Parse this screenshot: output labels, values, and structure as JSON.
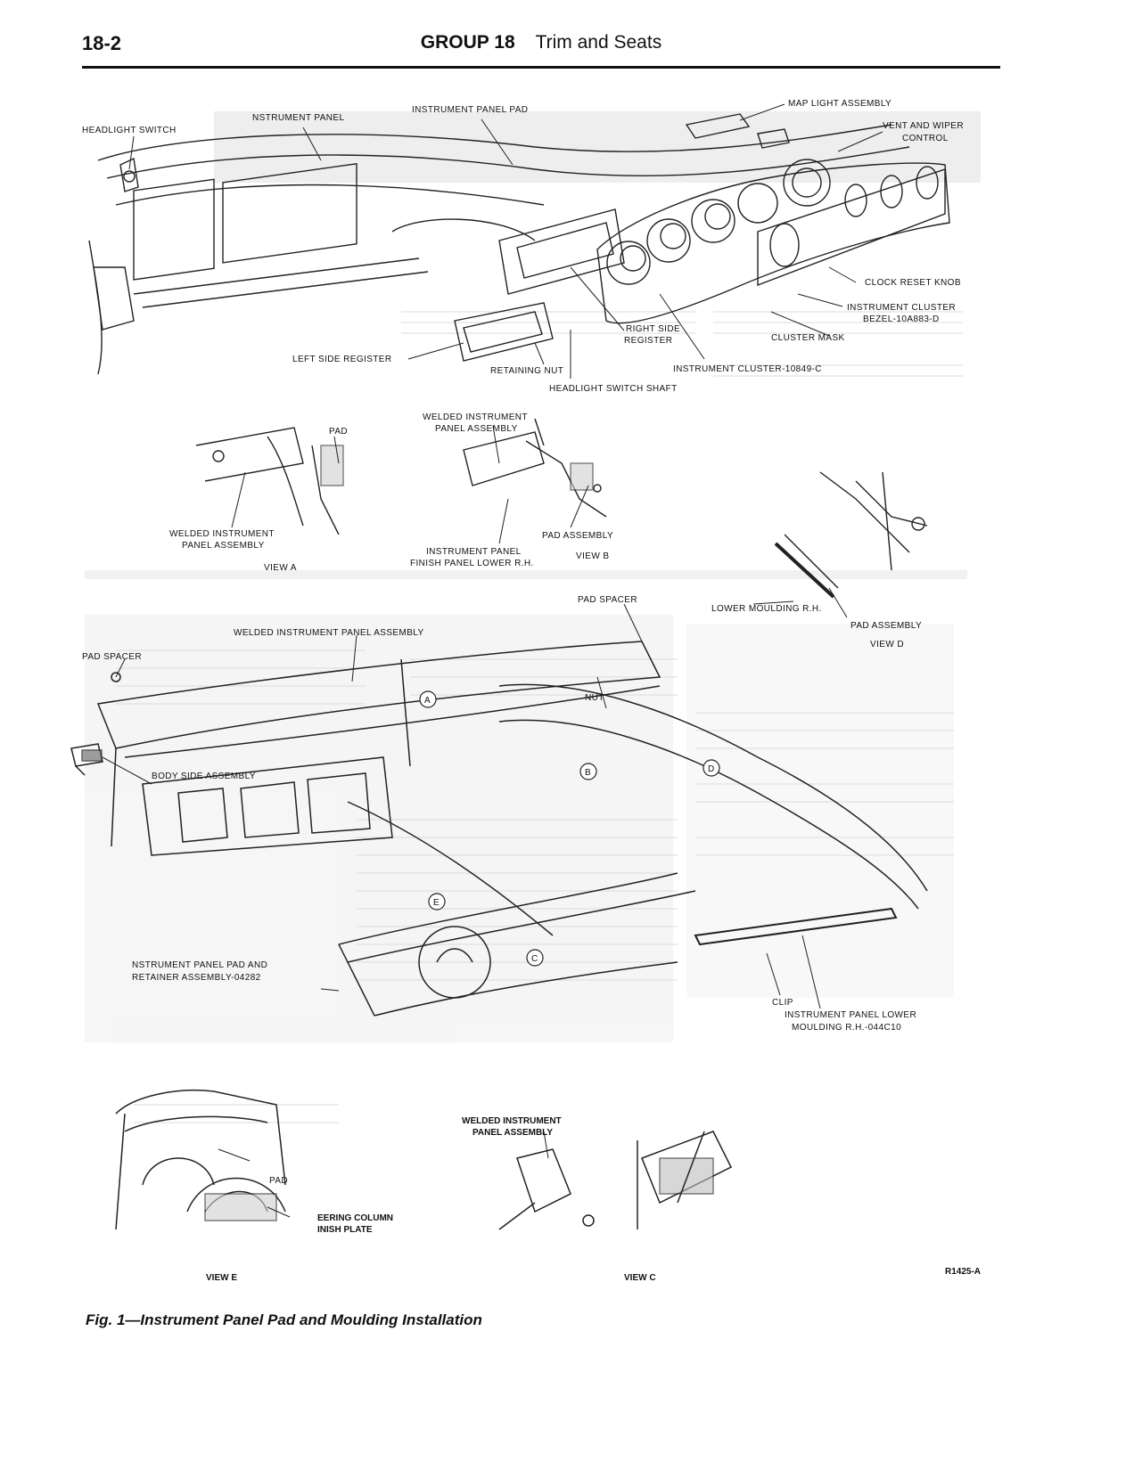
{
  "header": {
    "page_number": "18-2",
    "group_label": "GROUP 18",
    "group_title": "Trim and Seats"
  },
  "labels": {
    "headlight_switch": "HEADLIGHT SWITCH",
    "instrument_panel": "NSTRUMENT PANEL",
    "instrument_panel_pad": "INSTRUMENT PANEL PAD",
    "map_light_assembly": "MAP LIGHT ASSEMBLY",
    "vent_wiper_1": "VENT AND WIPER",
    "vent_wiper_2": "CONTROL",
    "clock_reset_knob": "CLOCK RESET KNOB",
    "cluster_bezel_1": "INSTRUMENT CLUSTER",
    "cluster_bezel_2": "BEZEL-10A883-D",
    "cluster_mask": "CLUSTER MASK",
    "instrument_cluster": "INSTRUMENT CLUSTER-10849-C",
    "right_side_register_1": "RIGHT SIDE",
    "right_side_register_2": "REGISTER",
    "left_side_register": "LEFT SIDE REGISTER",
    "retaining_nut": "RETAINING NUT",
    "headlight_switch_shaft": "HEADLIGHT SWITCH SHAFT",
    "welded_panel_b1": "WELDED INSTRUMENT",
    "welded_panel_b2": "PANEL ASSEMBLY",
    "pad": "PAD",
    "welded_panel_a1": "WELDED INSTRUMENT",
    "welded_panel_a2": "PANEL ASSEMBLY",
    "view_a": "VIEW A",
    "pad_assembly_b": "PAD ASSEMBLY",
    "finish_panel_1": "INSTRUMENT PANEL",
    "finish_panel_2": "FINISH PANEL LOWER R.H.",
    "view_b": "VIEW B",
    "pad_spacer_top": "PAD SPACER",
    "lower_moulding_rh": "LOWER MOULDING R.H.",
    "pad_assembly_d": "PAD ASSEMBLY",
    "view_d": "VIEW D",
    "welded_panel_main": "WELDED INSTRUMENT PANEL ASSEMBLY",
    "pad_spacer_left": "PAD SPACER",
    "nut": "NUT",
    "body_side_assembly": "BODY SIDE ASSEMBLY",
    "pad_retainer_1": "NSTRUMENT PANEL PAD AND",
    "pad_retainer_2": "RETAINER ASSEMBLY-04282",
    "clip": "CLIP",
    "lower_moulding_1": "INSTRUMENT PANEL LOWER",
    "lower_moulding_2": "MOULDING R.H.-044C10",
    "callout_a": "A",
    "callout_b": "B",
    "callout_c": "C",
    "callout_d": "D",
    "callout_e": "E",
    "pad_e": "PAD",
    "steering_1": "EERING COLUMN",
    "steering_2": "INISH PLATE",
    "view_e": "VIEW E",
    "welded_panel_c1": "WELDED INSTRUMENT",
    "welded_panel_c2": "PANEL ASSEMBLY",
    "view_c": "VIEW C",
    "ref_code": "R1425-A"
  },
  "caption": {
    "fig_prefix": "Fig. 1",
    "fig_title": "—Instrument Panel Pad and Moulding Installation"
  }
}
